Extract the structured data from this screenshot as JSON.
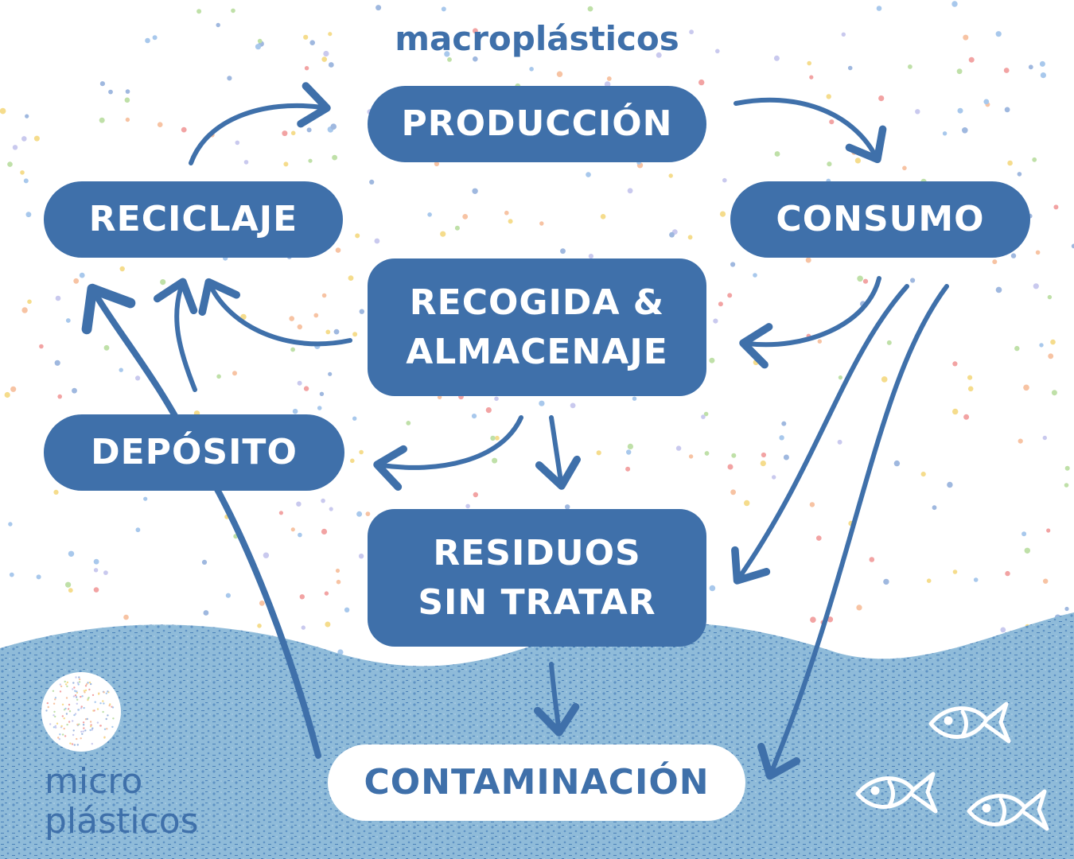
{
  "title": "macroplásticos",
  "nodes": {
    "produccion": "PRODUCCIÓN",
    "reciclaje": "RECICLAJE",
    "consumo": "CONSUMO",
    "recogida": "RECOGIDA &\nALMACENAJE",
    "deposito": "DEPÓSITO",
    "residuos": "RESIDUOS\nSIN TRATAR",
    "contaminacion": "CONTAMINACIÓN"
  },
  "micro_label": "micro\nplásticos",
  "colors": {
    "primary": "#3f70aa",
    "water_light": "#8fbbd9",
    "water_dark": "#5e92c4",
    "background": "#ffffff"
  },
  "icons": [
    "fish-icon",
    "fish-icon",
    "fish-icon",
    "microplastics-circle-icon"
  ]
}
